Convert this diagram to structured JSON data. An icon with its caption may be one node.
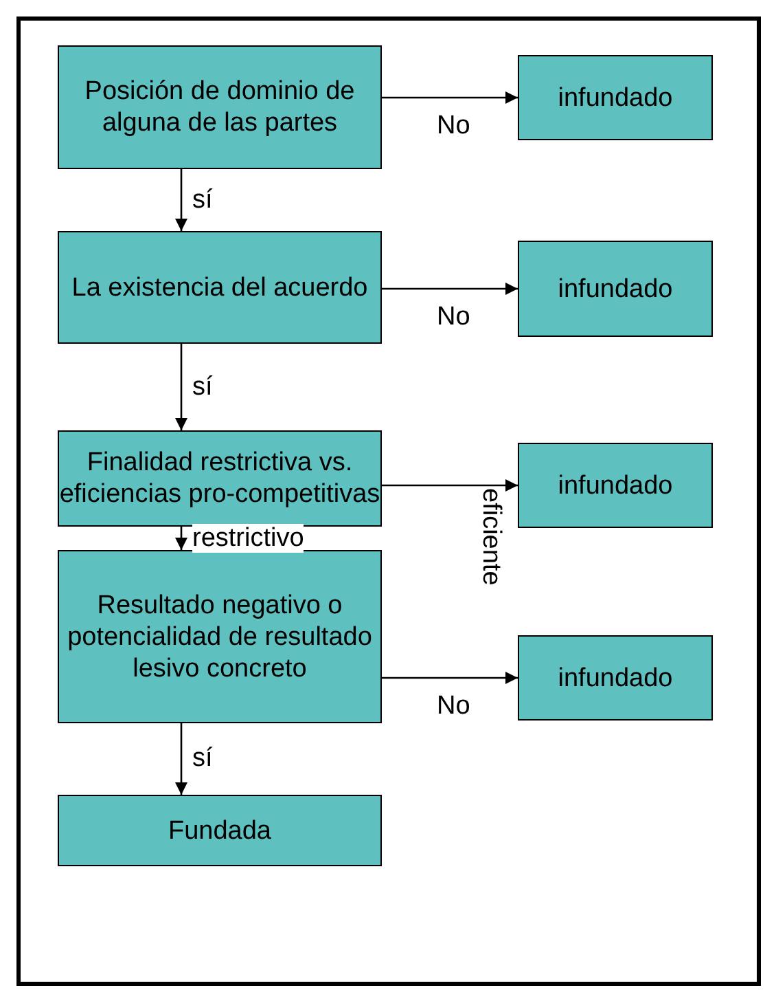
{
  "diagram": {
    "nodes": [
      {
        "text": [
          "Posición de dominio de alguna de las partes"
        ]
      },
      {
        "text": [
          "La existencia del acuerdo"
        ]
      },
      {
        "text": [
          "Finalidad restrictiva vs. eficiencias pro-competitivas"
        ]
      },
      {
        "text": [
          "Resultado negativo o potencialidad de resultado lesivo concreto"
        ]
      },
      {
        "text": [
          "Fundada"
        ]
      },
      {
        "text": [
          "infundado"
        ]
      },
      {
        "text": [
          "infundado"
        ]
      },
      {
        "text": [
          "infundado"
        ]
      },
      {
        "text": [
          "infundado"
        ]
      }
    ],
    "edges": [
      {
        "from": 0,
        "to": 5,
        "arrow": "to",
        "label": "No"
      },
      {
        "from": 0,
        "to": 1,
        "arrow": "to",
        "label": "sí"
      },
      {
        "from": 1,
        "to": 6,
        "arrow": "to",
        "label": "No"
      },
      {
        "from": 1,
        "to": 2,
        "arrow": "to",
        "label": "sí"
      },
      {
        "from": 2,
        "to": 7,
        "arrow": "to",
        "label": "eficiente"
      },
      {
        "from": 2,
        "to": 3,
        "arrow": "to",
        "label": "restrictivo"
      },
      {
        "from": 3,
        "to": 8,
        "arrow": "to",
        "label": "No"
      },
      {
        "from": 3,
        "to": 4,
        "arrow": "to",
        "label": "sí"
      }
    ]
  }
}
